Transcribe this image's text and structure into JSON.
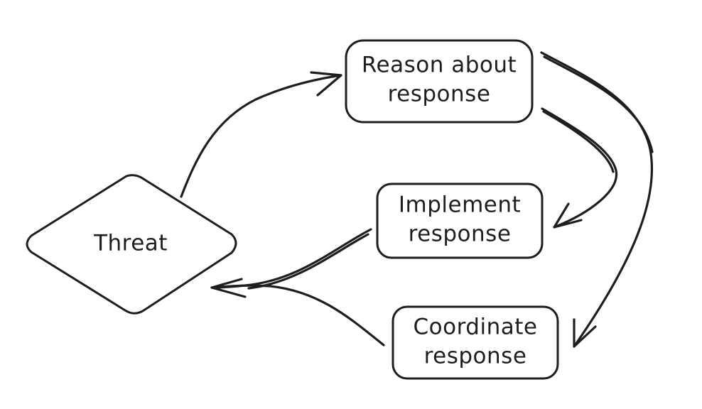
{
  "diagram": {
    "nodes": {
      "threat": {
        "label": "Threat"
      },
      "reason": {
        "line1": "Reason about",
        "line2": "response"
      },
      "implement": {
        "line1": "Implement",
        "line2": "response"
      },
      "coordinate": {
        "line1": "Coordinate",
        "line2": "response"
      }
    },
    "edges": [
      {
        "from": "threat",
        "to": "reason"
      },
      {
        "from": "reason",
        "to": "implement"
      },
      {
        "from": "reason",
        "to": "coordinate"
      },
      {
        "from": "implement",
        "to": "threat"
      },
      {
        "from": "coordinate",
        "to": "threat"
      }
    ]
  }
}
